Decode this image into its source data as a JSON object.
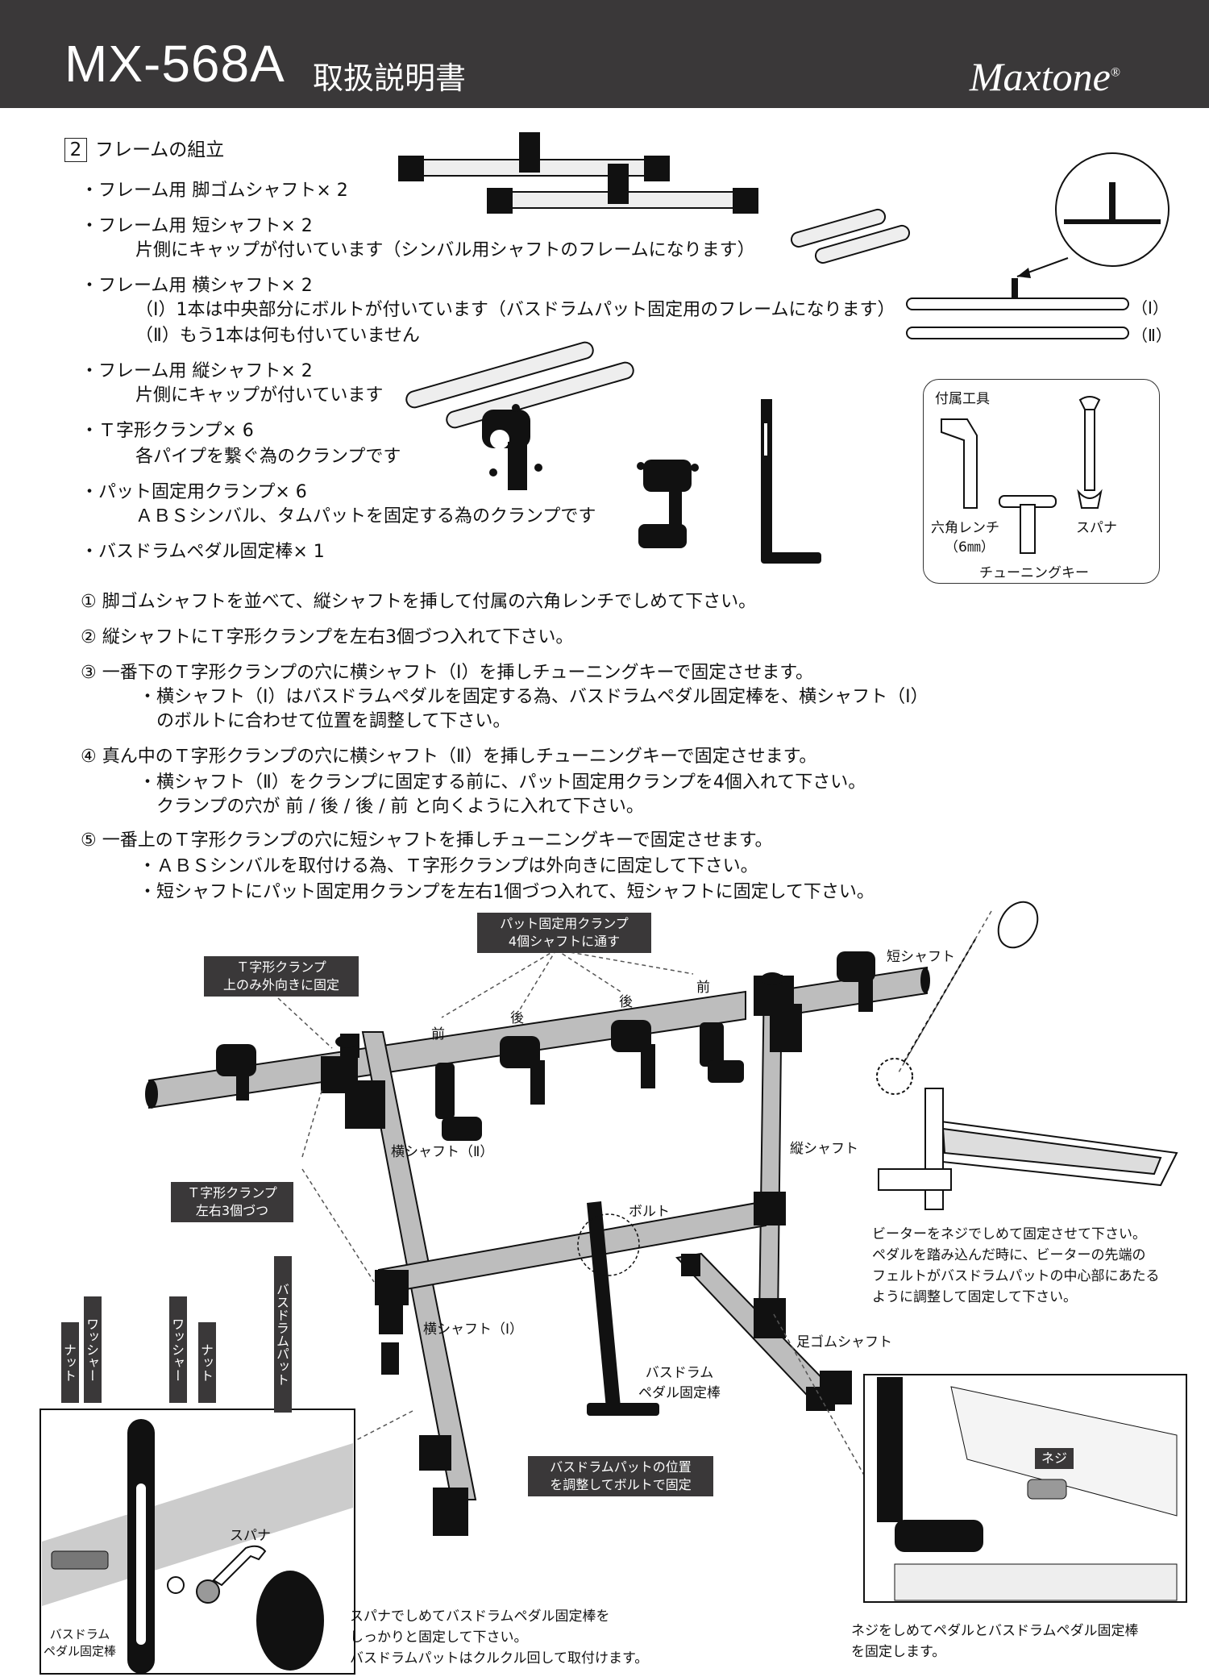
{
  "header": {
    "model": "MX-568A",
    "title": "取扱説明書",
    "brand": "Maxtone",
    "brand_mark": "®"
  },
  "section": {
    "number": "2",
    "title": "フレームの組立"
  },
  "parts": [
    {
      "name": "・フレーム用 脚ゴムシャフト× 2",
      "notes": []
    },
    {
      "name": "・フレーム用 短シャフト× 2",
      "notes": [
        "片側にキャップが付いています（シンバル用シャフトのフレームになります）"
      ]
    },
    {
      "name": "・フレーム用 横シャフト× 2",
      "notes": [
        "（Ⅰ）1本は中央部分にボルトが付いています（バスドラムパット固定用のフレームになります）",
        "（Ⅱ）もう1本は何も付いていません"
      ]
    },
    {
      "name": "・フレーム用 縦シャフト× 2",
      "notes": [
        "片側にキャップが付いています"
      ]
    },
    {
      "name": "・Ｔ字形クランプ× 6",
      "notes": [
        "各パイプを繋ぐ為のクランプです"
      ]
    },
    {
      "name": "・パット固定用クランプ× 6",
      "notes": [
        "ＡＢＳシンバル、タムパットを固定する為のクランプです"
      ]
    },
    {
      "name": "・バスドラムペダル固定棒× 1",
      "notes": []
    }
  ],
  "shaft_labels": {
    "i": "（Ⅰ）",
    "ii": "（Ⅱ）"
  },
  "tools": {
    "title": "付属工具",
    "hex": "六角レンチ",
    "hex_size": "（6㎜）",
    "spanner": "スパナ",
    "tuning_key": "チューニングキー"
  },
  "steps": [
    {
      "text": "① 脚ゴムシャフトを並べて、縦シャフトを挿して付属の六角レンチでしめて下さい。",
      "subs": []
    },
    {
      "text": "② 縦シャフトにＴ字形クランプを左右3個づつ入れて下さい。",
      "subs": []
    },
    {
      "text": "③ 一番下のＴ字形クランプの穴に横シャフト（Ⅰ）を挿しチューニングキーで固定させます。",
      "subs": [
        "・横シャフト（Ⅰ）はバスドラムペダルを固定する為、バスドラムペダル固定棒を、横シャフト（Ⅰ）",
        "のボルトに合わせて位置を調整して下さい。"
      ]
    },
    {
      "text": "④ 真ん中のＴ字形クランプの穴に横シャフト（Ⅱ）を挿しチューニングキーで固定させます。",
      "subs": [
        "・横シャフト（Ⅱ）をクランプに固定する前に、パット固定用クランプを4個入れて下さい。",
        "クランプの穴が 前 / 後 / 後 / 前 と向くように入れて下さい。"
      ]
    },
    {
      "text": "⑤ 一番上のＴ字形クランプの穴に短シャフトを挿しチューニングキーで固定させます。",
      "subs": [
        "・ＡＢＳシンバルを取付ける為、Ｔ字形クランプは外向きに固定して下さい。",
        "・短シャフトにパット固定用クランプを左右1個づつ入れて、短シャフトに固定して下さい。"
      ]
    }
  ],
  "diagram": {
    "pad_clamp_box": [
      "パット固定用クランプ",
      "4個シャフトに通す"
    ],
    "top_clamp_box": [
      "Ｔ字形クランプ",
      "上のみ外向きに固定"
    ],
    "side_clamp_box": [
      "Ｔ字形クランプ",
      "左右3個づつ"
    ],
    "directions": [
      "前",
      "後",
      "後",
      "前"
    ],
    "short_shaft": "短シャフト",
    "horizontal_ii": "横シャフト（Ⅱ）",
    "vertical_shaft": "縦シャフト",
    "bolt": "ボルト",
    "horizontal_i": "横シャフト（Ⅰ）",
    "foot_shaft": "足ゴムシャフト",
    "pedal_rod": [
      "バスドラム",
      "ペダル固定棒"
    ],
    "pad_position_box": [
      "バスドラムパットの位置",
      "を調整してボルトで固定"
    ],
    "beater_note": [
      "ビーターをネジでしめて固定させて下さい。",
      "ペダルを踏み込んだ時に、ビーターの先端の",
      "フェルトがバスドラムパットの中心部にあたる",
      "ように調整して固定して下さい。"
    ],
    "vertical_tags": [
      "ナット",
      "ワッシャー",
      "ワッシャー",
      "ナット",
      "バスドラムパット"
    ],
    "inset_left": {
      "spanner": "スパナ",
      "rod": [
        "バスドラム",
        "ペダル固定棒"
      ]
    },
    "spanner_note": [
      "スパナでしめてバスドラムペダル固定棒を",
      "しっかりと固定して下さい。",
      "バスドラムパットはクルクル回して取付けます。"
    ],
    "screw_tag": "ネジ",
    "screw_note": [
      "ネジをしめてペダルとバスドラムペダル固定棒",
      "を固定します。"
    ]
  }
}
